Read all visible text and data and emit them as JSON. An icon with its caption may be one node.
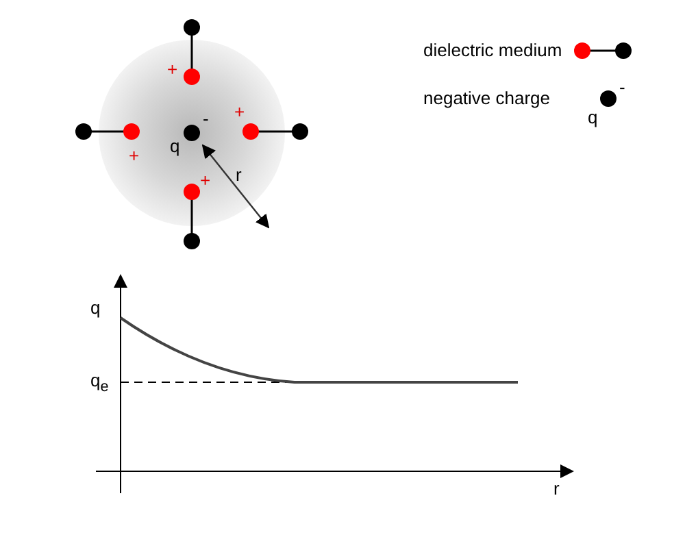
{
  "diagram": {
    "labels": [
      "+",
      "+",
      "+",
      "+",
      "-",
      "q",
      "r",
      "-",
      "q",
      "q",
      "q$_{e}$",
      "r"
    ],
    "legend": [
      {
        "text": "dielectric medium"
      },
      {
        "text": "negative charge"
      }
    ]
  }
}
